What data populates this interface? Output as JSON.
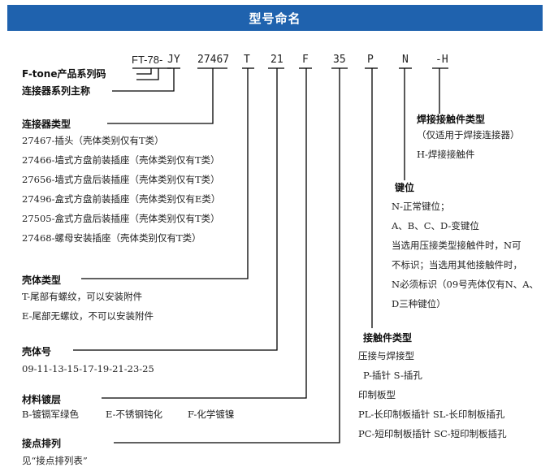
{
  "header": {
    "title": "型号命名"
  },
  "code": {
    "prefix": "FT-78-",
    "series": "JY",
    "connector_type": "27467",
    "shell_type": "T",
    "shell_size": "21",
    "material": "F",
    "contact_arrangement": "35",
    "contact_type": "P",
    "keying": "N",
    "solder": "-H"
  },
  "left": {
    "brand_label": "F-tone产品系列码",
    "series_label": "连接器系列主称",
    "connector_type": {
      "heading": "连接器类型",
      "items": [
        "27467-插头（壳体类别仅有T类）",
        "27466-墙式方盘前装插座（壳体类别仅有T类）",
        "27656-墙式方盘后装插座（壳体类别仅有T类）",
        "27496-盒式方盘前装插座（壳体类别仅有E类）",
        "27505-盒式方盘后装插座（壳体类别仅有T类）",
        "27468-螺母安装插座（壳体类别仅有T类）"
      ]
    },
    "shell_type": {
      "heading": "壳体类型",
      "items": [
        "T-尾部有螺纹，可以安装附件",
        "E-尾部无螺纹，不可以安装附件"
      ]
    },
    "shell_size": {
      "heading": "壳体号",
      "items": [
        "09-11-13-15-17-19-21-23-25"
      ]
    },
    "material": {
      "heading": "材料镀层",
      "items": [
        "B-镀镉军绿色",
        "E-不锈钢钝化",
        "F-化学镀镍"
      ]
    },
    "arrangement": {
      "heading": "接点排列",
      "items": [
        "见“接点排列表”"
      ]
    }
  },
  "right": {
    "solder": {
      "heading": "焊接接触件类型",
      "items": [
        "（仅适用于焊接连接器）",
        "H-焊接接触件"
      ]
    },
    "keying": {
      "heading": "键位",
      "items": [
        "N-正常键位；",
        "A、B、C、D-变键位",
        "当选用压接类型接触件时，N可",
        "不标识；当选用其他接触件时，",
        "N必须标识（09号壳体仅有N、A、",
        "D三种键位）"
      ]
    },
    "contact": {
      "heading": "接触件类型",
      "items": [
        "压接与焊接型",
        "P-插针  S-插孔",
        "印制板型",
        "PL-长印制板插针   SL-长印制板插孔",
        "PC-短印制板插针   SC-短印制板插孔"
      ]
    }
  }
}
